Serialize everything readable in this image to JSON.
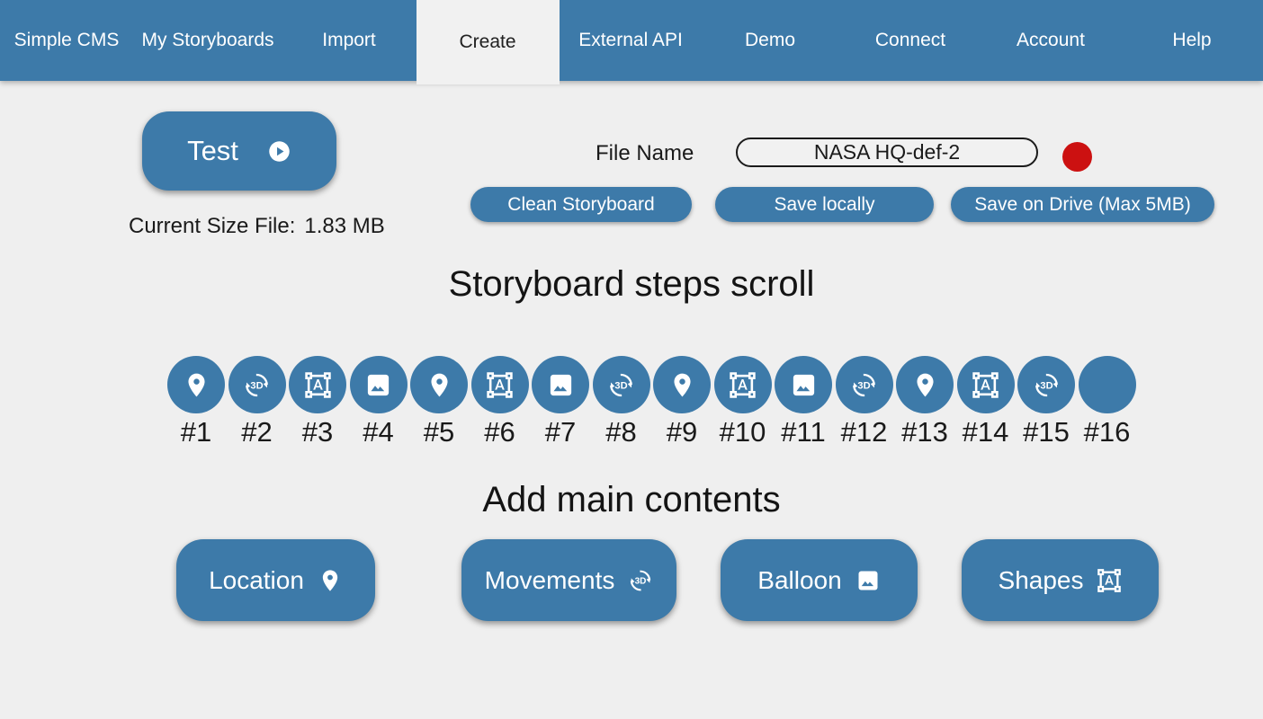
{
  "colors": {
    "accent": "#3d7aa9",
    "indicator_red": "#cc1111",
    "page_bg": "#efefef",
    "text_dark": "#1a1a1a"
  },
  "nav": {
    "items": [
      {
        "label": "Simple CMS",
        "active": false
      },
      {
        "label": "My Storyboards",
        "active": false
      },
      {
        "label": "Import",
        "active": false
      },
      {
        "label": "Create",
        "active": true
      },
      {
        "label": "External API",
        "active": false
      },
      {
        "label": "Demo",
        "active": false
      },
      {
        "label": "Connect",
        "active": false
      },
      {
        "label": "Account",
        "active": false
      },
      {
        "label": "Help",
        "active": false
      }
    ]
  },
  "toolbar": {
    "test_label": "Test",
    "current_size_label": "Current Size File:",
    "current_size_value": "1.83 MB",
    "file_name_label": "File Name",
    "file_name_value": "NASA HQ-def-2",
    "clean_label": "Clean Storyboard",
    "save_locally_label": "Save locally",
    "save_drive_label": "Save on Drive (Max 5MB)"
  },
  "steps": {
    "heading": "Storyboard steps scroll",
    "items": [
      {
        "label": "#1",
        "icon": "location"
      },
      {
        "label": "#2",
        "icon": "rotate3d"
      },
      {
        "label": "#3",
        "icon": "shapes"
      },
      {
        "label": "#4",
        "icon": "image"
      },
      {
        "label": "#5",
        "icon": "location"
      },
      {
        "label": "#6",
        "icon": "shapes"
      },
      {
        "label": "#7",
        "icon": "image"
      },
      {
        "label": "#8",
        "icon": "rotate3d"
      },
      {
        "label": "#9",
        "icon": "location"
      },
      {
        "label": "#10",
        "icon": "shapes"
      },
      {
        "label": "#11",
        "icon": "image"
      },
      {
        "label": "#12",
        "icon": "rotate3d"
      },
      {
        "label": "#13",
        "icon": "location"
      },
      {
        "label": "#14",
        "icon": "shapes"
      },
      {
        "label": "#15",
        "icon": "rotate3d"
      },
      {
        "label": "#16",
        "icon": null
      }
    ]
  },
  "contents": {
    "heading": "Add main contents",
    "buttons": [
      {
        "label": "Location",
        "icon": "location"
      },
      {
        "label": "Movements",
        "icon": "rotate3d"
      },
      {
        "label": "Balloon",
        "icon": "image"
      },
      {
        "label": "Shapes",
        "icon": "shapes"
      }
    ]
  }
}
